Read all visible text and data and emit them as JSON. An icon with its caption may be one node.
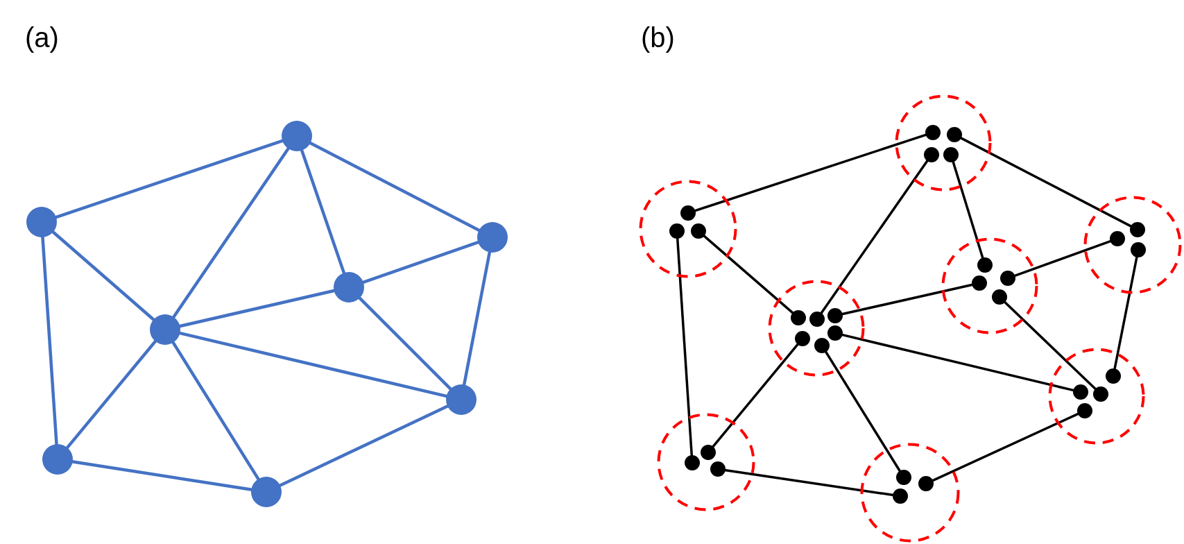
{
  "diagram": {
    "nodes": [
      {
        "text": [],
        "shape": "circle"
      },
      {
        "text": [],
        "shape": "circle"
      },
      {
        "text": [],
        "shape": "circle"
      },
      {
        "text": [],
        "shape": "circle"
      },
      {
        "text": [],
        "shape": "circle"
      },
      {
        "text": [],
        "shape": "circle"
      },
      {
        "text": [],
        "shape": "circle"
      },
      {
        "text": [],
        "shape": "circle"
      },
      {
        "text": [],
        "shape": "circle"
      },
      {
        "text": [],
        "shape": "circle",
        "in": 8
      },
      {
        "text": [],
        "shape": "circle",
        "in": 8
      },
      {
        "text": [],
        "shape": "circle",
        "in": 8
      },
      {
        "text": [],
        "shape": "circle",
        "in": 8
      },
      {
        "text": [],
        "shape": "circle"
      },
      {
        "text": [],
        "shape": "circle",
        "in": 13
      },
      {
        "text": [],
        "shape": "circle",
        "in": 13
      },
      {
        "text": [],
        "shape": "circle",
        "in": 13
      },
      {
        "text": [],
        "shape": "circle"
      },
      {
        "text": [],
        "shape": "circle",
        "in": 17
      },
      {
        "text": [],
        "shape": "circle",
        "in": 17
      },
      {
        "text": [],
        "shape": "circle",
        "in": 17
      },
      {
        "text": [],
        "shape": "circle"
      },
      {
        "text": [],
        "shape": "circle",
        "in": 21
      },
      {
        "text": [],
        "shape": "circle",
        "in": 21
      },
      {
        "text": [],
        "shape": "circle",
        "in": 21
      },
      {
        "text": [],
        "shape": "circle",
        "in": 21
      },
      {
        "text": [],
        "shape": "circle"
      },
      {
        "text": [],
        "shape": "circle",
        "in": 26
      },
      {
        "text": [],
        "shape": "circle",
        "in": 26
      },
      {
        "text": [],
        "shape": "circle",
        "in": 26
      },
      {
        "text": [],
        "shape": "circle",
        "in": 26
      },
      {
        "text": [],
        "shape": "circle",
        "in": 26
      },
      {
        "text": [],
        "shape": "circle",
        "in": 26
      },
      {
        "text": [],
        "shape": "circle"
      },
      {
        "text": [],
        "shape": "circle",
        "in": 33
      },
      {
        "text": [],
        "shape": "circle",
        "in": 33
      },
      {
        "text": [],
        "shape": "circle",
        "in": 33
      },
      {
        "text": [],
        "shape": "circle",
        "in": 33
      },
      {
        "text": [],
        "shape": "circle"
      },
      {
        "text": [],
        "shape": "circle",
        "in": 38
      },
      {
        "text": [],
        "shape": "circle",
        "in": 38
      },
      {
        "text": [],
        "shape": "circle",
        "in": 38
      },
      {
        "text": [],
        "shape": "circle"
      },
      {
        "text": [],
        "shape": "circle",
        "in": 42
      },
      {
        "text": [],
        "shape": "circle",
        "in": 42
      },
      {
        "text": [],
        "shape": "circle",
        "in": 42
      }
    ],
    "edges": [
      {
        "from": 1,
        "to": 0,
        "arrow": "none",
        "color": "#4472c4"
      },
      {
        "from": 0,
        "to": 2,
        "arrow": "none",
        "color": "#4472c4"
      },
      {
        "from": 0,
        "to": 4,
        "arrow": "none",
        "color": "#4472c4"
      },
      {
        "from": 0,
        "to": 3,
        "arrow": "none",
        "color": "#4472c4"
      },
      {
        "from": 1,
        "to": 4,
        "arrow": "none",
        "color": "#4472c4"
      },
      {
        "from": 1,
        "to": 6,
        "arrow": "none",
        "color": "#4472c4"
      },
      {
        "from": 3,
        "to": 2,
        "arrow": "none",
        "color": "#4472c4"
      },
      {
        "from": 4,
        "to": 3,
        "arrow": "none",
        "color": "#4472c4"
      },
      {
        "from": 3,
        "to": 5,
        "arrow": "none",
        "color": "#4472c4"
      },
      {
        "from": 2,
        "to": 5,
        "arrow": "none",
        "color": "#4472c4"
      },
      {
        "from": 4,
        "to": 5,
        "arrow": "none",
        "color": "#4472c4"
      },
      {
        "from": 4,
        "to": 6,
        "arrow": "none",
        "color": "#4472c4"
      },
      {
        "from": 4,
        "to": 7,
        "arrow": "none",
        "color": "#4472c4"
      },
      {
        "from": 6,
        "to": 7,
        "arrow": "none",
        "color": "#4472c4"
      },
      {
        "from": 7,
        "to": 5,
        "arrow": "none",
        "color": "#4472c4"
      },
      {
        "from": 14,
        "to": 9,
        "arrow": "none",
        "color": "#000000"
      },
      {
        "from": 10,
        "to": 18,
        "arrow": "none",
        "color": "#000000"
      },
      {
        "from": 11,
        "to": 28,
        "arrow": "none",
        "color": "#000000"
      },
      {
        "from": 12,
        "to": 22,
        "arrow": "none",
        "color": "#000000"
      },
      {
        "from": 16,
        "to": 27,
        "arrow": "none",
        "color": "#000000"
      },
      {
        "from": 15,
        "to": 40,
        "arrow": "none",
        "color": "#000000"
      },
      {
        "from": 24,
        "to": 19,
        "arrow": "none",
        "color": "#000000"
      },
      {
        "from": 29,
        "to": 23,
        "arrow": "none",
        "color": "#000000"
      },
      {
        "from": 25,
        "to": 36,
        "arrow": "none",
        "color": "#000000"
      },
      {
        "from": 20,
        "to": 34,
        "arrow": "none",
        "color": "#000000"
      },
      {
        "from": 30,
        "to": 35,
        "arrow": "none",
        "color": "#000000"
      },
      {
        "from": 31,
        "to": 39,
        "arrow": "none",
        "color": "#000000"
      },
      {
        "from": 32,
        "to": 43,
        "arrow": "none",
        "color": "#000000"
      },
      {
        "from": 41,
        "to": 45,
        "arrow": "none",
        "color": "#000000"
      },
      {
        "from": 44,
        "to": 37,
        "arrow": "none",
        "color": "#000000"
      }
    ],
    "labels": [
      "(a)",
      "(b)"
    ]
  }
}
